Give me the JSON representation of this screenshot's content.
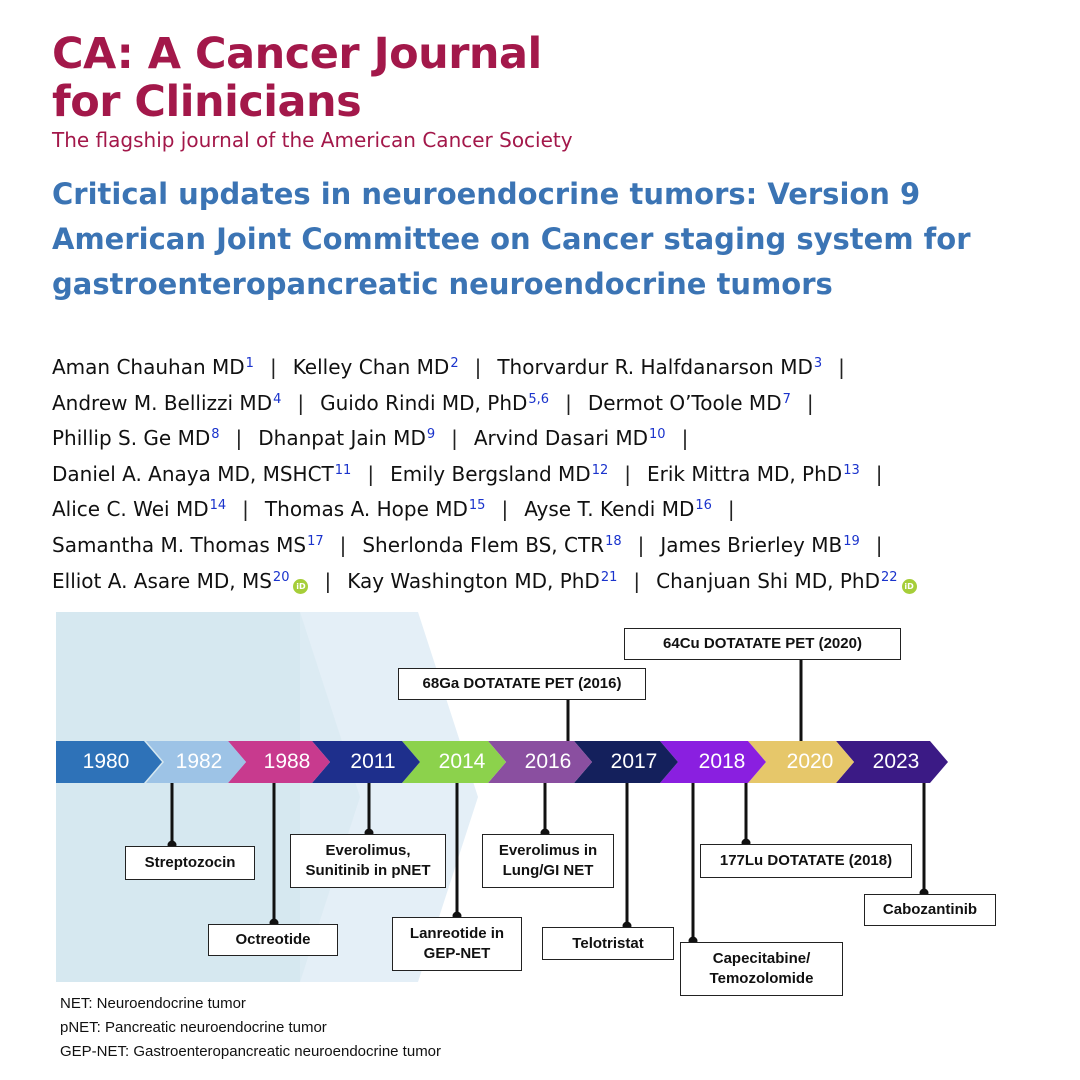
{
  "journal": {
    "line1": "CA: A Cancer Journal",
    "line2": "for Clinicians",
    "tagline": "The flagship journal of the American Cancer Society"
  },
  "article": {
    "title_lines": [
      "Critical updates in neuroendocrine tumors: Version 9",
      "American Joint Committee on Cancer staging system for",
      "gastroenteropancreatic neuroendocrine tumors"
    ]
  },
  "author_lines": [
    [
      {
        "name": "Aman Chauhan MD",
        "aff": "1"
      },
      {
        "name": "Kelley Chan MD",
        "aff": "2"
      },
      {
        "name": "Thorvardur R. Halfdanarson MD",
        "aff": "3"
      }
    ],
    [
      {
        "name": "Andrew M. Bellizzi MD",
        "aff": "4"
      },
      {
        "name": "Guido Rindi MD, PhD",
        "aff": "5,6"
      },
      {
        "name": "Dermot O’Toole MD",
        "aff": "7"
      }
    ],
    [
      {
        "name": "Phillip S. Ge MD",
        "aff": "8"
      },
      {
        "name": "Dhanpat Jain MD",
        "aff": "9"
      },
      {
        "name": "Arvind Dasari MD",
        "aff": "10"
      }
    ],
    [
      {
        "name": "Daniel A. Anaya MD, MSHCT",
        "aff": "11"
      },
      {
        "name": "Emily Bergsland MD",
        "aff": "12"
      },
      {
        "name": "Erik Mittra MD, PhD",
        "aff": "13"
      }
    ],
    [
      {
        "name": "Alice C. Wei MD",
        "aff": "14"
      },
      {
        "name": "Thomas A. Hope MD",
        "aff": "15"
      },
      {
        "name": "Ayse T. Kendi MD",
        "aff": "16"
      }
    ],
    [
      {
        "name": "Samantha M. Thomas MS",
        "aff": "17"
      },
      {
        "name": "Sherlonda Flem BS, CTR",
        "aff": "18"
      },
      {
        "name": "James Brierley MB",
        "aff": "19"
      }
    ],
    [
      {
        "name": "Elliot A. Asare MD, MS",
        "aff": "20",
        "orcid": true
      },
      {
        "name": "Kay Washington MD, PhD",
        "aff": "21"
      },
      {
        "name": "Chanjuan Shi MD, PhD",
        "aff": "22",
        "orcid": true,
        "last": true
      }
    ]
  ],
  "separator": "|",
  "timeline": {
    "years": [
      "1980",
      "1982",
      "1988",
      "2011",
      "2014",
      "2016",
      "2017",
      "2018",
      "2020",
      "2023"
    ],
    "colors": [
      "#2e72b8",
      "#9dc3e6",
      "#c83a8e",
      "#1e2f8c",
      "#8cd24c",
      "#8a4fa0",
      "#14205c",
      "#8a1fe0",
      "#e6c76a",
      "#3b1a85"
    ],
    "events_below": [
      "Streptozocin",
      "Octreotide",
      "Everolimus, Sunitinib in pNET",
      "Lanreotide in GEP-NET",
      "Everolimus in Lung/GI NET",
      "Telotristat",
      "Capecitabine/ Temozolomide",
      "177Lu DOTATATE (2018)",
      "Cabozantinib"
    ],
    "events_above": [
      "68Ga DOTATATE PET (2016)",
      "64Cu DOTATATE PET (2020)"
    ]
  },
  "legend": [
    "NET: Neuroendocrine tumor",
    "pNET: Pancreatic neuroendocrine tumor",
    "GEP-NET: Gastroenteropancreatic neuroendocrine tumor"
  ]
}
